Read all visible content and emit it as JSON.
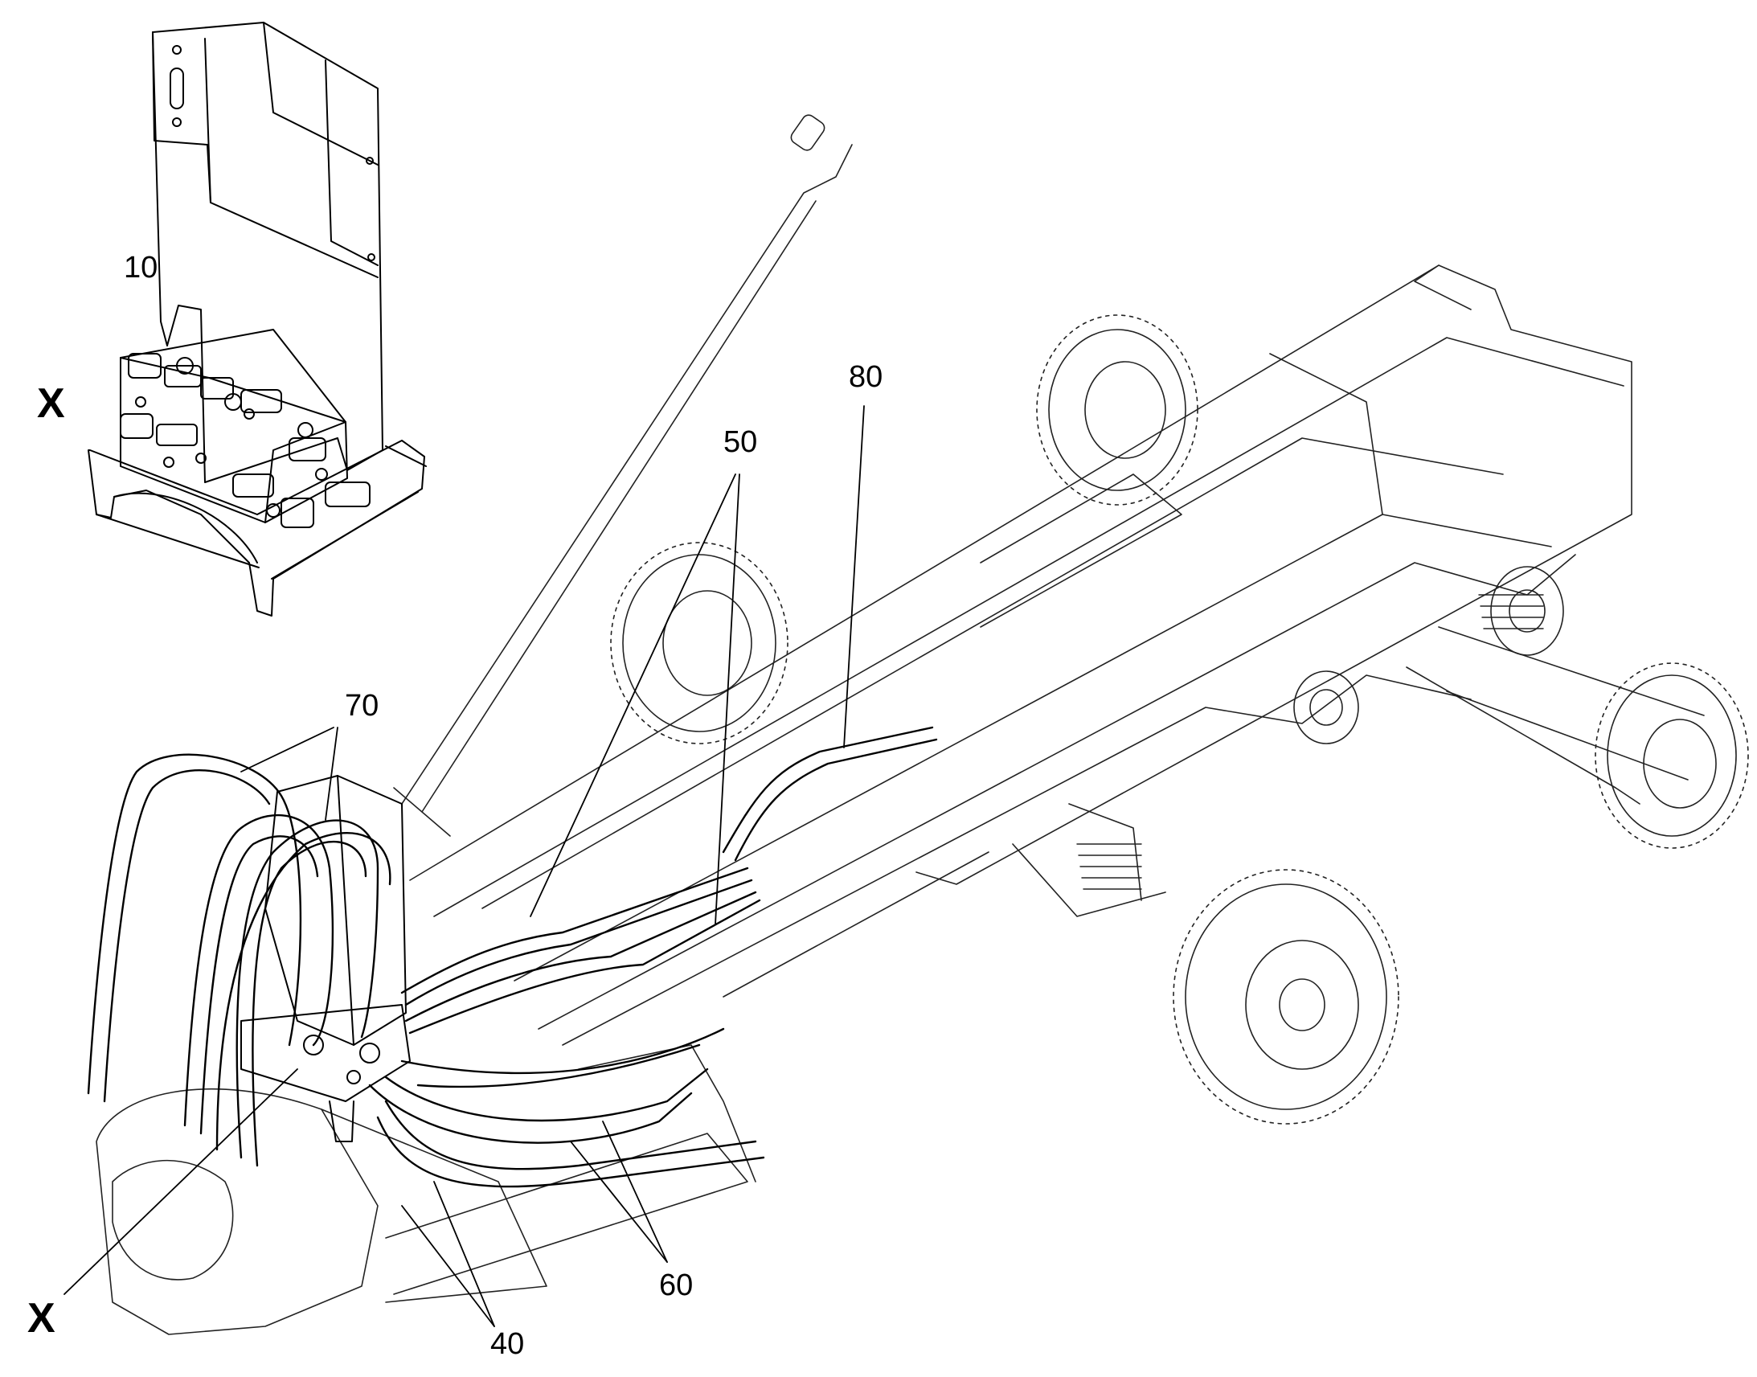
{
  "callouts": {
    "item_10": "10",
    "item_40": "40",
    "item_50": "50",
    "item_60": "60",
    "item_70": "70",
    "item_80": "80"
  },
  "detail_marker": {
    "inset_label": "X",
    "pointer_label": "X"
  },
  "colors": {
    "line": "#000000",
    "hose": "#000000",
    "background": "#ffffff"
  },
  "parts_shown": [
    "frame",
    "axles",
    "wheel-hubs",
    "hydraulic-hoses",
    "valve-block",
    "bracket"
  ]
}
